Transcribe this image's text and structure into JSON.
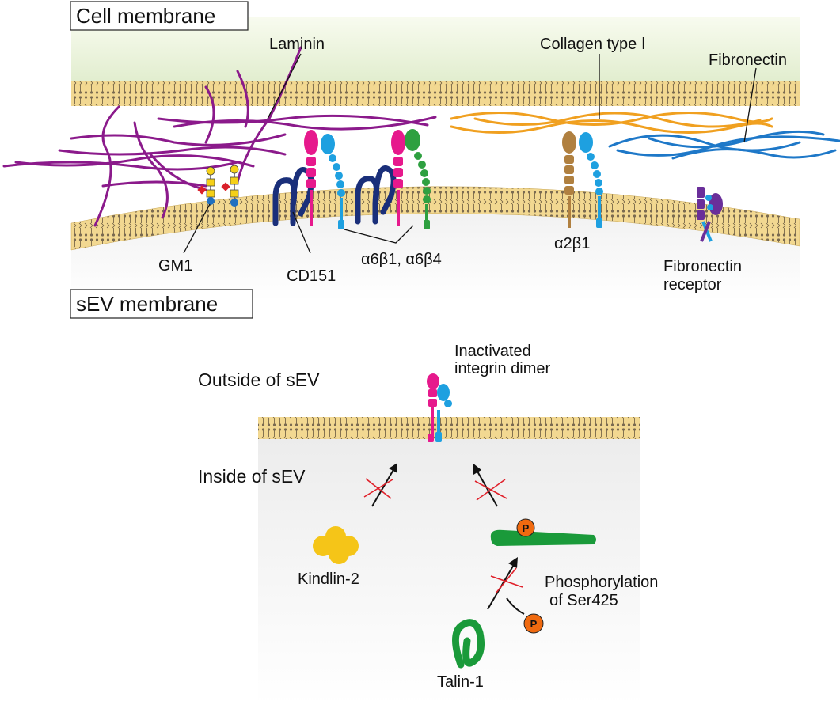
{
  "top_panel": {
    "cell_membrane_title": "Cell membrane",
    "sev_membrane_title": "sEV membrane",
    "labels": {
      "laminin": "Laminin",
      "collagen": "Collagen type Ⅰ",
      "fibronectin": "Fibronectin",
      "gm1": "GM1",
      "cd151": "CD151",
      "a6b1_a6b4": "α6β1, α6β4",
      "a2b1": "α2β1",
      "fn_receptor_line1": "Fibronectin",
      "fn_receptor_line2": "receptor"
    }
  },
  "bottom_panel": {
    "outside_label": "Outside of sEV",
    "inside_label": "Inside of sEV",
    "inactivated_line1": "Inactivated",
    "inactivated_line2": "integrin dimer",
    "kindlin": "Kindlin-2",
    "talin": "Talin-1",
    "phos_line1": "Phosphorylation",
    "phos_line2": "of Ser425",
    "p_badge": "P"
  },
  "colors": {
    "laminin": "#8b1a8b",
    "collagen": "#f0a020",
    "fibronectin": "#1e78c8",
    "alpha6": "#e6198c",
    "beta1": "#1ea0e0",
    "beta4": "#2ea040",
    "cd151": "#1a2f7a",
    "a2": "#b08040",
    "fn_receptor": "#6a2f9a",
    "kindlin": "#f5c518",
    "talin": "#1a9a3a",
    "phospho": "#f06a10",
    "membrane": "#f2d891",
    "cell_bg": "#eaf2d2",
    "inhibition": "#e0202a"
  }
}
